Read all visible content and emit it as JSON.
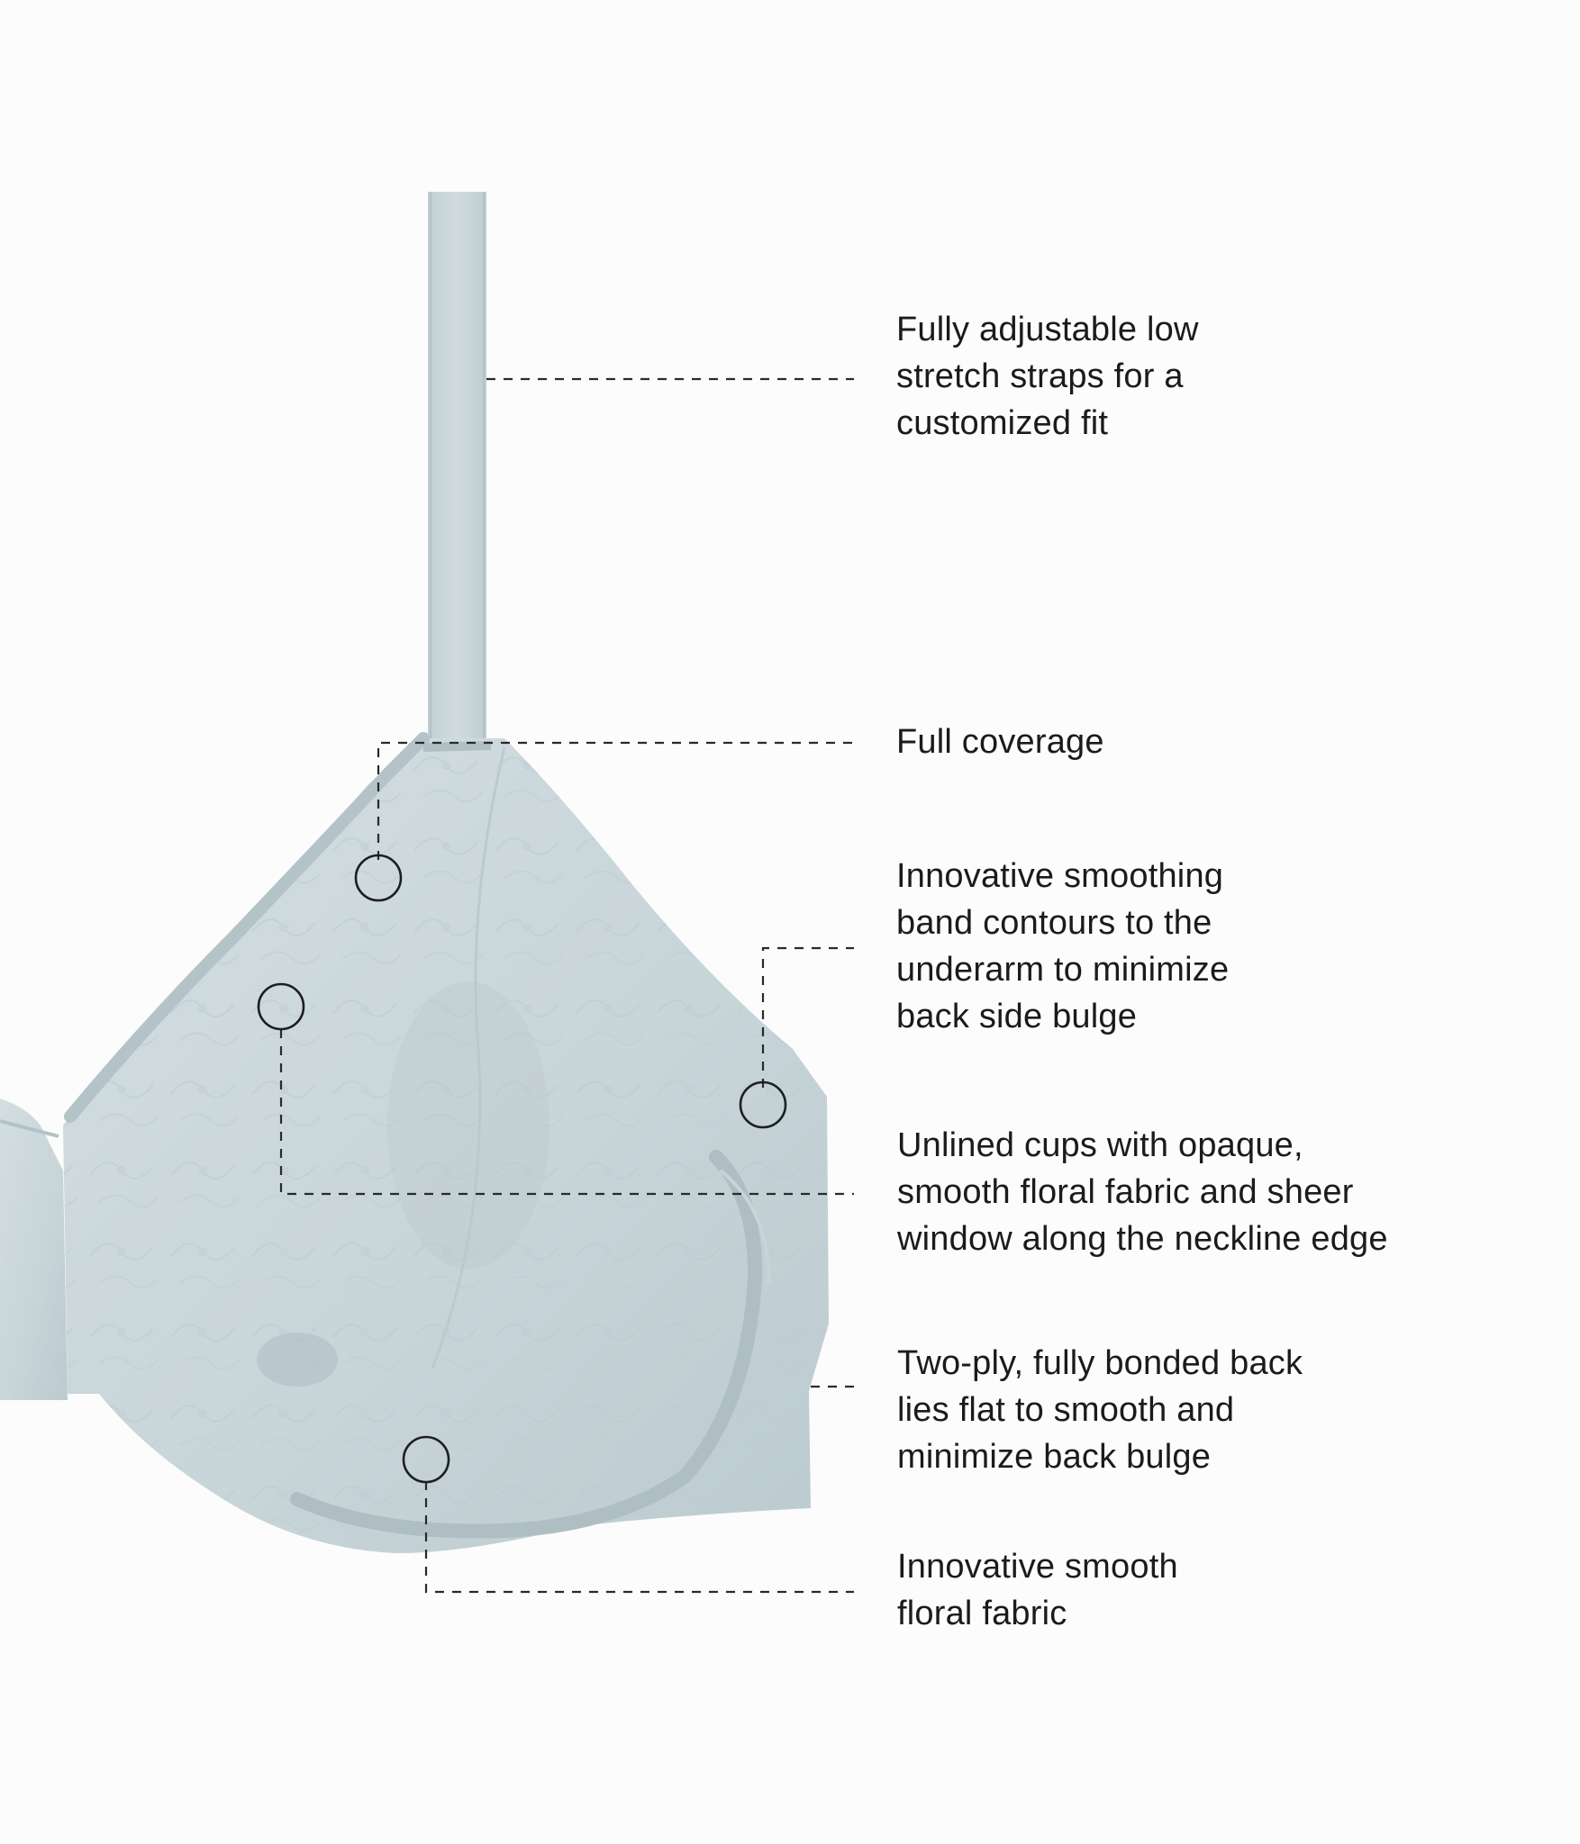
{
  "product": {
    "fabric_color": "#c9d6da",
    "trim_color": "#b7c6cb",
    "shadow_color": "#a9b8bd"
  },
  "callouts": [
    {
      "id": "straps",
      "lines": [
        "Fully adjustable low",
        "stretch straps for a",
        "customized fit"
      ]
    },
    {
      "id": "coverage",
      "lines": [
        "Full coverage"
      ]
    },
    {
      "id": "smoothing-band",
      "lines": [
        "Innovative smoothing",
        "band contours to the",
        "underarm to minimize",
        "back side bulge"
      ]
    },
    {
      "id": "unlined-cups",
      "lines": [
        "Unlined cups with opaque,",
        "smooth floral fabric and sheer",
        "window along the neckline edge"
      ]
    },
    {
      "id": "bonded-back",
      "lines": [
        "Two-ply, fully bonded back",
        "lies flat to smooth and",
        "minimize back bulge"
      ]
    },
    {
      "id": "floral-fabric",
      "lines": [
        "Innovative smooth",
        "floral fabric"
      ]
    }
  ]
}
